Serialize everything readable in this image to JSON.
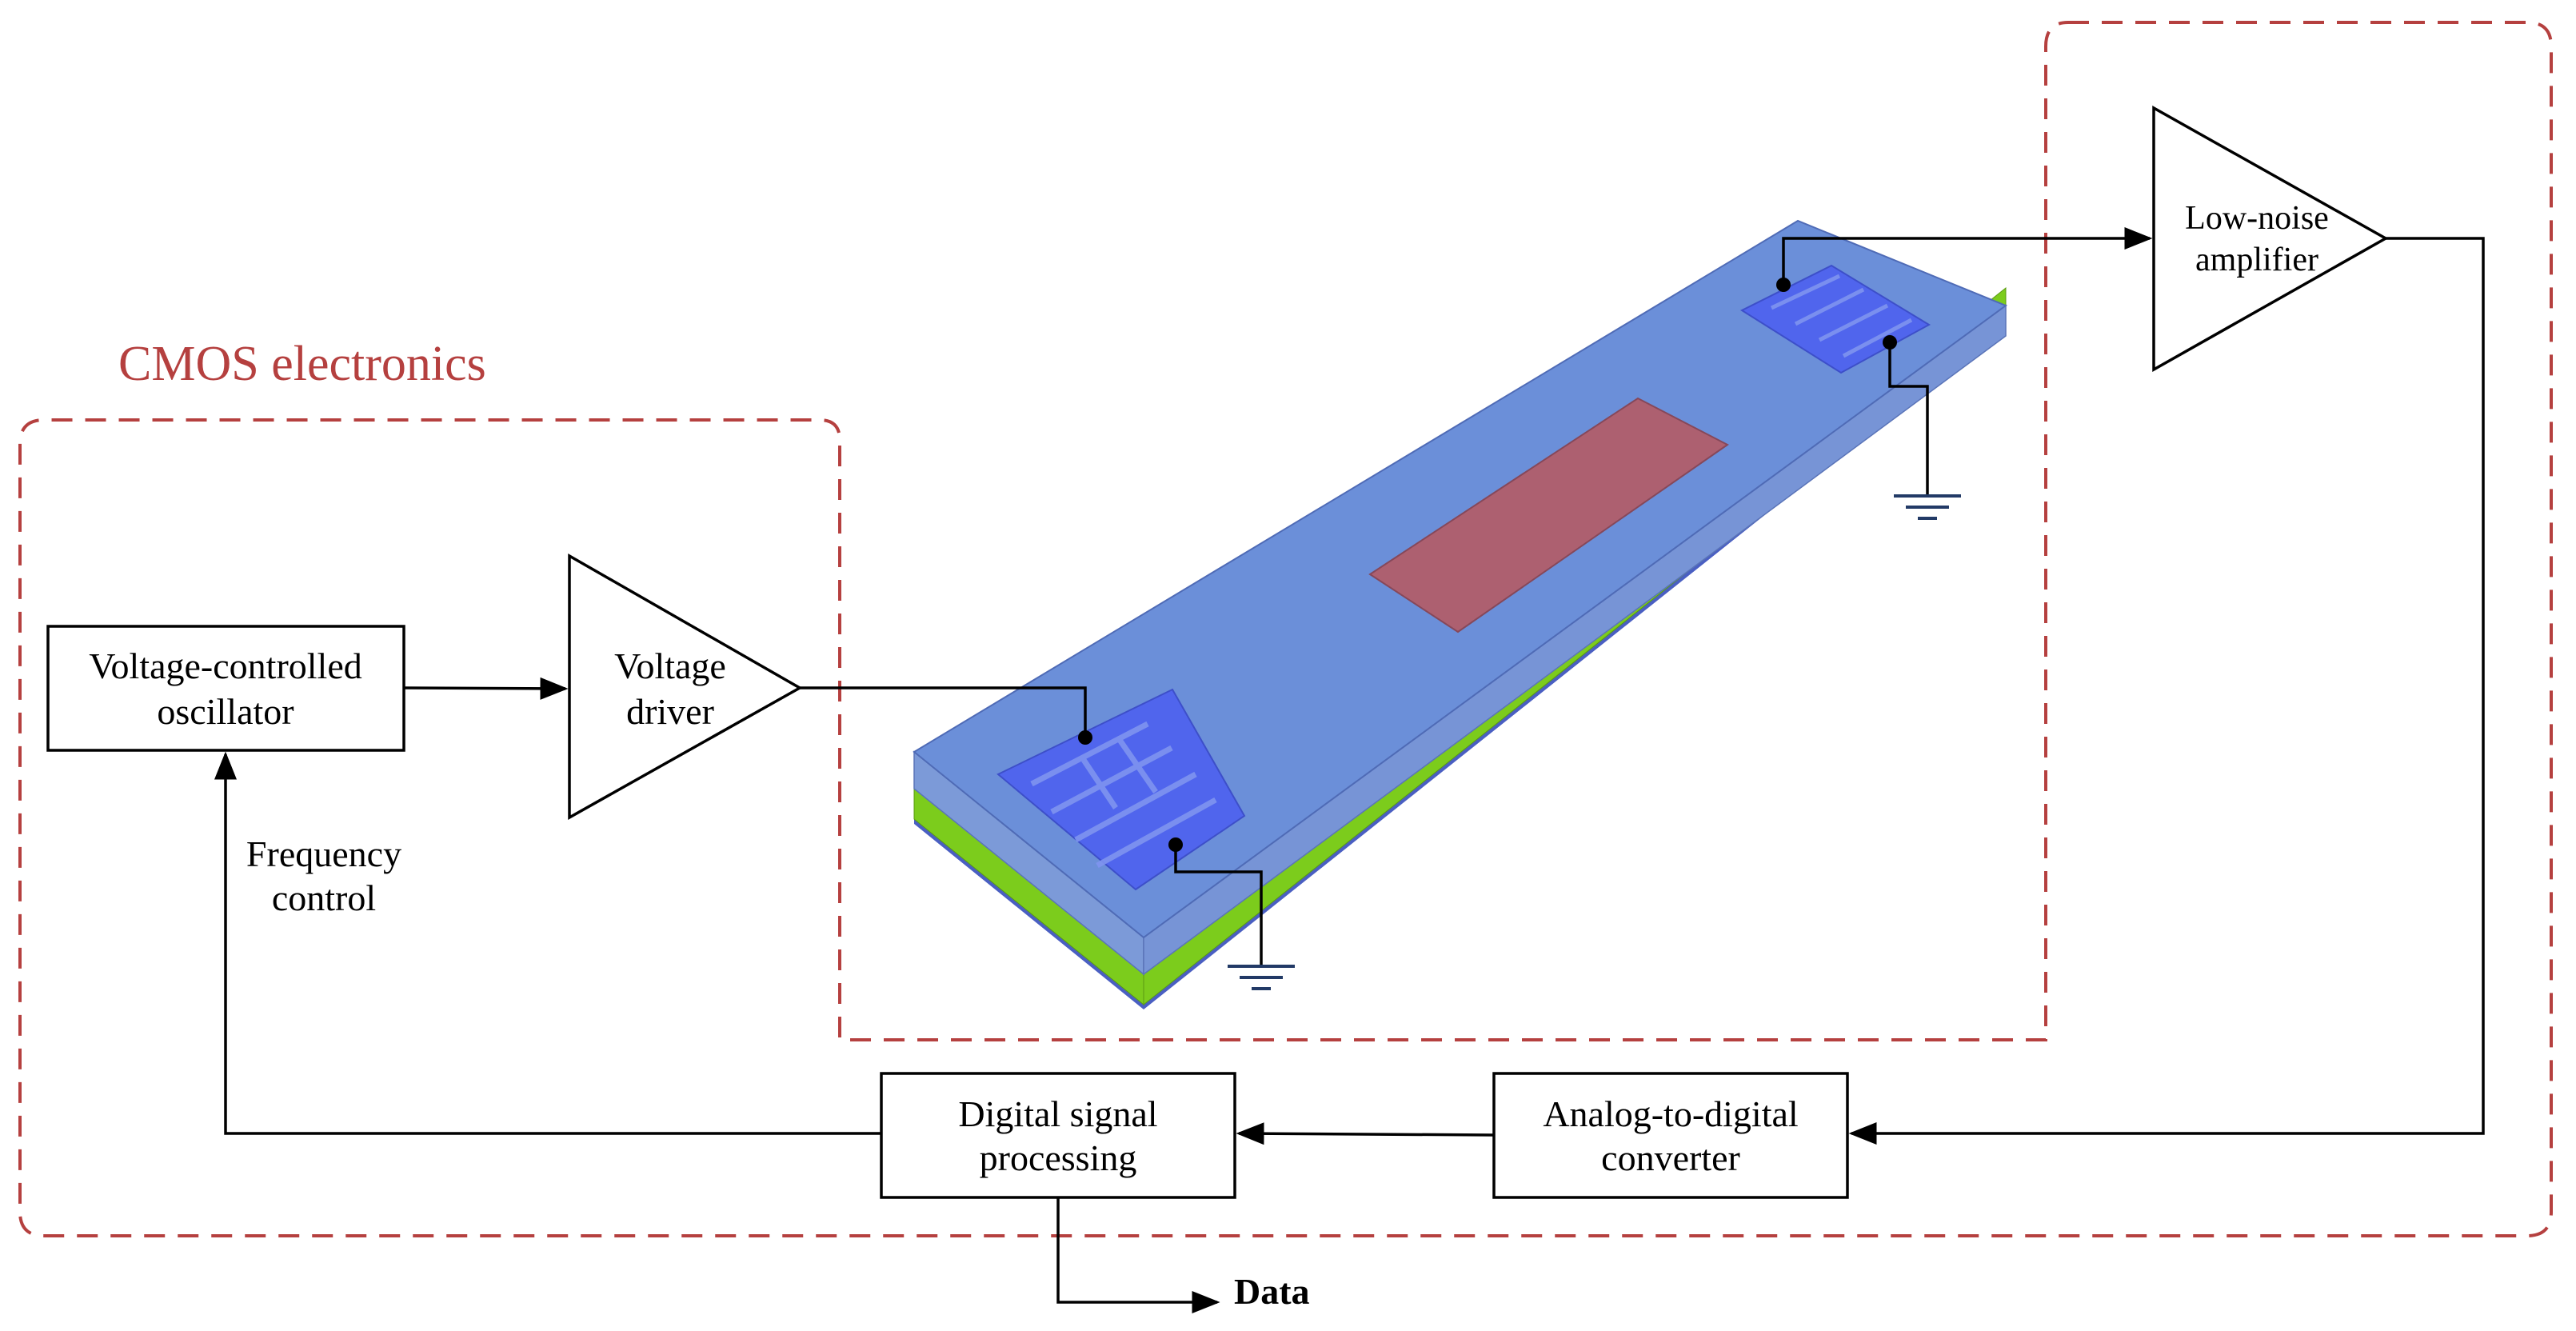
{
  "title": "CMOS electronics",
  "blocks": {
    "vco": [
      "Voltage-controlled",
      "oscillator"
    ],
    "driver": [
      "Voltage",
      "driver"
    ],
    "lna": [
      "Low-noise",
      "amplifier"
    ],
    "adc": [
      "Analog-to-digital",
      "converter"
    ],
    "dsp": [
      "Digital signal",
      "processing"
    ]
  },
  "labels": {
    "frequency": [
      "Frequency",
      "control"
    ],
    "data": "Data"
  },
  "colors": {
    "boundary": "#b5403f",
    "substrate": "#6b8fd9",
    "electrode": "#4f63ef",
    "sensing_area": "#ad6070",
    "green_layer": "#7ccc1c",
    "ground": "#223a66"
  }
}
